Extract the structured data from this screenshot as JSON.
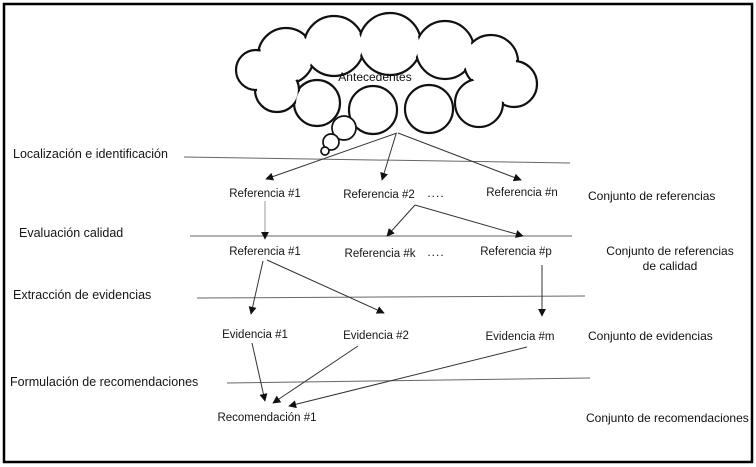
{
  "cloud": {
    "label": "Antecedentes"
  },
  "stages": [
    {
      "label": "Localización e identificación"
    },
    {
      "label": "Evaluación calidad"
    },
    {
      "label": "Extracción de evidencias"
    },
    {
      "label": "Formulación de recomendaciones"
    }
  ],
  "sets": [
    {
      "lines": [
        "Conjunto de referencias"
      ]
    },
    {
      "lines": [
        "Conjunto de referencias",
        "de calidad"
      ]
    },
    {
      "lines": [
        "Conjunto de evidencias"
      ]
    },
    {
      "lines": [
        "Conjunto de recomendaciones"
      ]
    }
  ],
  "nodes": {
    "row1": [
      "Referencia #1",
      "Referencia #2",
      "....",
      "Referencia #n"
    ],
    "row2": [
      "Referencia #1",
      "Referencia #k",
      "....",
      "Referencia #p"
    ],
    "row3": [
      "Evidencia #1",
      "Evidencia #2",
      "Evidencia #m"
    ],
    "row4": [
      "Recomendación #1"
    ]
  },
  "colors": {
    "ink": "#111111",
    "line": "#666666",
    "faint_arrow": "#999999",
    "background": "#ffffff"
  }
}
